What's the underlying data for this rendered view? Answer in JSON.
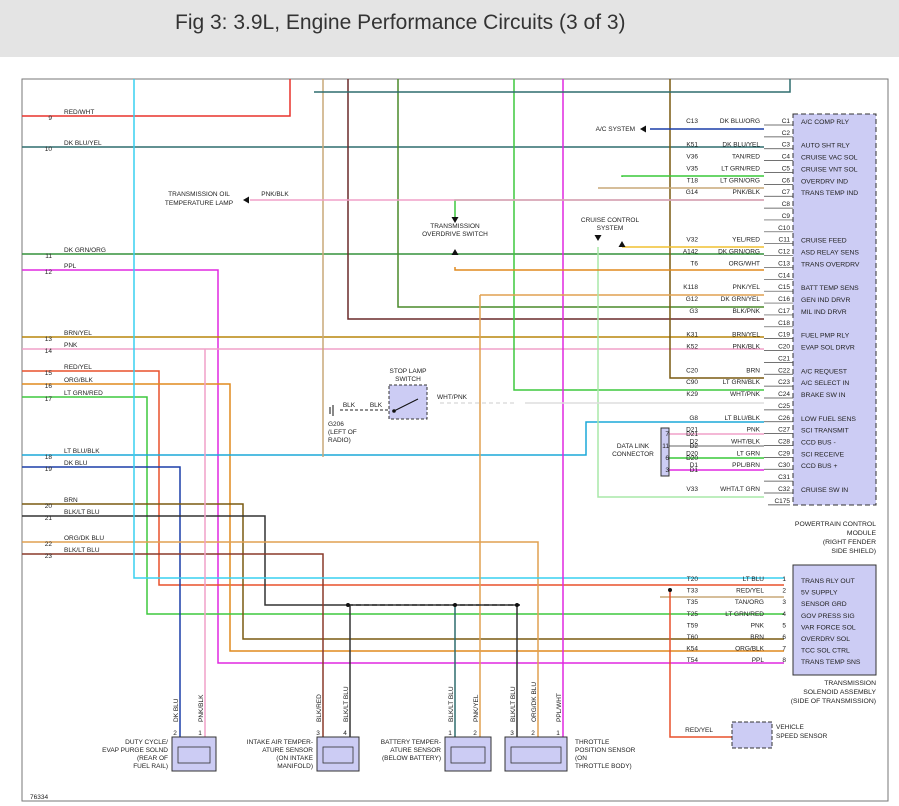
{
  "header": {
    "title": "Fig 3: 3.9L, Engine Performance Circuits (3 of 3)"
  },
  "figure_number": "76334",
  "colors": {
    "red_wht": "#e8322c",
    "dk_blu_yel": "#2f6d6e",
    "dk_grn_org": "#35923c",
    "ppl": "#e028e0",
    "brn_yel": "#b8860b",
    "pnk": "#f0a0c8",
    "red_yel": "#e8502c",
    "org_blk": "#e08a1e",
    "lt_grn_red": "#3ec83e",
    "lt_blu_blk": "#1ca8d8",
    "dk_blu": "#1c3fa8",
    "brn": "#7a5a10",
    "blk_lt_blu": "#333333",
    "org_dk_blu": "#e0a050",
    "lt_blu": "#38d0f0",
    "tan": "#c8a878",
    "blk_red": "#8a3a2a",
    "wht_pnk": "#dddddd",
    "pcm_fill": "#ccccf4"
  },
  "left_circuits": [
    {
      "num": "9",
      "label": "RED/WHT"
    },
    {
      "num": "10",
      "label": "DK BLU/YEL"
    },
    {
      "num": "11",
      "label": "DK GRN/ORG"
    },
    {
      "num": "12",
      "label": "PPL"
    },
    {
      "num": "13",
      "label": "BRN/YEL"
    },
    {
      "num": "14",
      "label": "PNK"
    },
    {
      "num": "15",
      "label": "RED/YEL"
    },
    {
      "num": "16",
      "label": "ORG/BLK"
    },
    {
      "num": "17",
      "label": "LT GRN/RED"
    },
    {
      "num": "18",
      "label": "LT BLU/BLK"
    },
    {
      "num": "19",
      "label": "DK BLU"
    },
    {
      "num": "20",
      "label": "BRN"
    },
    {
      "num": "21",
      "label": "BLK/LT BLU"
    },
    {
      "num": "22",
      "label": "ORG/DK BLU"
    },
    {
      "num": "23",
      "label": "BLK/LT BLU"
    }
  ],
  "pcm": {
    "title_lines": [
      "POWERTRAIN CONTROL",
      "MODULE",
      "(RIGHT FENDER",
      "SIDE SHIELD)"
    ],
    "connector_label": "C175",
    "pins": [
      {
        "circuit": "C13",
        "color": "DK BLU/ORG",
        "pin": "C1",
        "name": "A/C COMP RLY"
      },
      {
        "circuit": "",
        "color": "",
        "pin": "C2",
        "name": ""
      },
      {
        "circuit": "K51",
        "color": "DK BLU/YEL",
        "pin": "C3",
        "name": "AUTO SHT RLY"
      },
      {
        "circuit": "V36",
        "color": "TAN/RED",
        "pin": "C4",
        "name": "CRUISE VAC SOL"
      },
      {
        "circuit": "V35",
        "color": "LT GRN/RED",
        "pin": "C5",
        "name": "CRUISE VNT SOL"
      },
      {
        "circuit": "T18",
        "color": "LT GRN/ORG",
        "pin": "C6",
        "name": "OVERDRV IND"
      },
      {
        "circuit": "G14",
        "color": "PNK/BLK",
        "pin": "C7",
        "name": "TRANS TEMP IND"
      },
      {
        "circuit": "",
        "color": "",
        "pin": "C8",
        "name": ""
      },
      {
        "circuit": "",
        "color": "",
        "pin": "C9",
        "name": ""
      },
      {
        "circuit": "",
        "color": "",
        "pin": "C10",
        "name": ""
      },
      {
        "circuit": "V32",
        "color": "YEL/RED",
        "pin": "C11",
        "name": "CRUISE FEED"
      },
      {
        "circuit": "A142",
        "color": "DK GRN/ORG",
        "pin": "C12",
        "name": "ASD RELAY SENS"
      },
      {
        "circuit": "T6",
        "color": "ORG/WHT",
        "pin": "C13",
        "name": "TRANS OVERDRV"
      },
      {
        "circuit": "",
        "color": "",
        "pin": "C14",
        "name": ""
      },
      {
        "circuit": "K118",
        "color": "PNK/YEL",
        "pin": "C15",
        "name": "BATT TEMP SENS"
      },
      {
        "circuit": "G12",
        "color": "DK GRN/YEL",
        "pin": "C16",
        "name": "GEN IND DRVR"
      },
      {
        "circuit": "G3",
        "color": "BLK/PNK",
        "pin": "C17",
        "name": "MIL IND DRVR"
      },
      {
        "circuit": "",
        "color": "",
        "pin": "C18",
        "name": ""
      },
      {
        "circuit": "K31",
        "color": "BRN/YEL",
        "pin": "C19",
        "name": "FUEL PMP RLY"
      },
      {
        "circuit": "K52",
        "color": "PNK/BLK",
        "pin": "C20",
        "name": "EVAP SOL DRVR"
      },
      {
        "circuit": "",
        "color": "",
        "pin": "C21",
        "name": ""
      },
      {
        "circuit": "C20",
        "color": "BRN",
        "pin": "C22",
        "name": "A/C REQUEST"
      },
      {
        "circuit": "C90",
        "color": "LT GRN/BLK",
        "pin": "C23",
        "name": "A/C SELECT IN"
      },
      {
        "circuit": "K29",
        "color": "WHT/PNK",
        "pin": "C24",
        "name": "BRAKE SW IN"
      },
      {
        "circuit": "",
        "color": "",
        "pin": "C25",
        "name": ""
      },
      {
        "circuit": "G8",
        "color": "LT BLU/BLK",
        "pin": "C26",
        "name": "LOW FUEL SENS"
      },
      {
        "circuit": "D21",
        "color": "PNK",
        "pin": "C27",
        "name": "SCI TRANSMIT"
      },
      {
        "circuit": "D2",
        "color": "WHT/BLK",
        "pin": "C28",
        "name": "CCD BUS -"
      },
      {
        "circuit": "D20",
        "color": "LT GRN",
        "pin": "C29",
        "name": "SCI RECEIVE"
      },
      {
        "circuit": "D1",
        "color": "PPL/BRN",
        "pin": "C30",
        "name": "CCD BUS +"
      },
      {
        "circuit": "",
        "color": "",
        "pin": "C31",
        "name": ""
      },
      {
        "circuit": "V33",
        "color": "WHT/LT GRN",
        "pin": "C32",
        "name": "CRUISE SW IN"
      }
    ]
  },
  "dlc": {
    "label_lines": [
      "DATA LINK",
      "CONNECTOR"
    ],
    "pins": [
      "7",
      "11",
      "6",
      "3"
    ]
  },
  "tsa": {
    "title_lines": [
      "TRANSMISSION",
      "SOLENOID ASSEMBLY",
      "(SIDE OF TRANSMISSION)"
    ],
    "pins": [
      {
        "circuit": "T20",
        "color": "LT BLU",
        "pin": "1",
        "name": "TRANS RLY OUT"
      },
      {
        "circuit": "T33",
        "color": "RED/YEL",
        "pin": "2",
        "name": "5V SUPPLY"
      },
      {
        "circuit": "T35",
        "color": "TAN/ORG",
        "pin": "3",
        "name": "SENSOR GRD"
      },
      {
        "circuit": "T25",
        "color": "LT GRN/RED",
        "pin": "4",
        "name": "GOV PRESS SIG"
      },
      {
        "circuit": "T59",
        "color": "PNK",
        "pin": "5",
        "name": "VAR FORCE SOL"
      },
      {
        "circuit": "T60",
        "color": "BRN",
        "pin": "6",
        "name": "OVERDRV SOL"
      },
      {
        "circuit": "K54",
        "color": "ORG/BLK",
        "pin": "7",
        "name": "TCC SOL CTRL"
      },
      {
        "circuit": "T54",
        "color": "PPL",
        "pin": "8",
        "name": "TRANS TEMP SNS"
      }
    ]
  },
  "labels": {
    "ac_system": "A/C SYSTEM",
    "cruise_control": [
      "CRUISE CONTROL",
      "SYSTEM"
    ],
    "trans_od_switch": [
      "TRANSMISSION",
      "OVERDRIVE SWITCH"
    ],
    "trans_oil_lamp": [
      "TRANSMISSION OIL",
      "TEMPERATURE LAMP"
    ],
    "pnk_blk": "PNK/BLK",
    "stop_lamp_switch": [
      "STOP LAMP",
      "SWITCH"
    ],
    "wht_pnk": "WHT/PNK",
    "blk": "BLK",
    "g206": [
      "G206",
      "(LEFT OF",
      "RADIO)"
    ],
    "vss_wire": "RED/YEL",
    "vss": [
      "VEHICLE",
      "SPEED SENSOR"
    ]
  },
  "bottom_components": [
    {
      "name_lines": [
        "DUTY CYCLE/",
        "EVAP PURGE SOLND",
        "(REAR OF",
        "FUEL RAIL)"
      ],
      "wires": [
        "DK BLU",
        "PNK/BLK"
      ],
      "pins": [
        "2",
        "1"
      ]
    },
    {
      "name_lines": [
        "INTAKE AIR TEMPER-",
        "ATURE SENSOR",
        "(ON INTAKE",
        "MANIFOLD)"
      ],
      "wires": [
        "BLK/RED",
        "BLK/LT BLU"
      ],
      "pins": [
        "3",
        "4"
      ]
    },
    {
      "name_lines": [
        "BATTERY TEMPER-",
        "ATURE SENSOR",
        "(BELOW BATTERY)"
      ],
      "wires": [
        "BLK/LT BLU",
        "PNK/YEL"
      ],
      "pins": [
        "1",
        "2"
      ]
    },
    {
      "name_lines": [
        "THROTTLE",
        "POSITION SENSOR",
        "(ON",
        "THROTTLE BODY)"
      ],
      "wires": [
        "BLK/LT BLU",
        "ORG/DK BLU",
        "PPL/WHT"
      ],
      "pins": [
        "3",
        "2",
        "1"
      ]
    }
  ]
}
